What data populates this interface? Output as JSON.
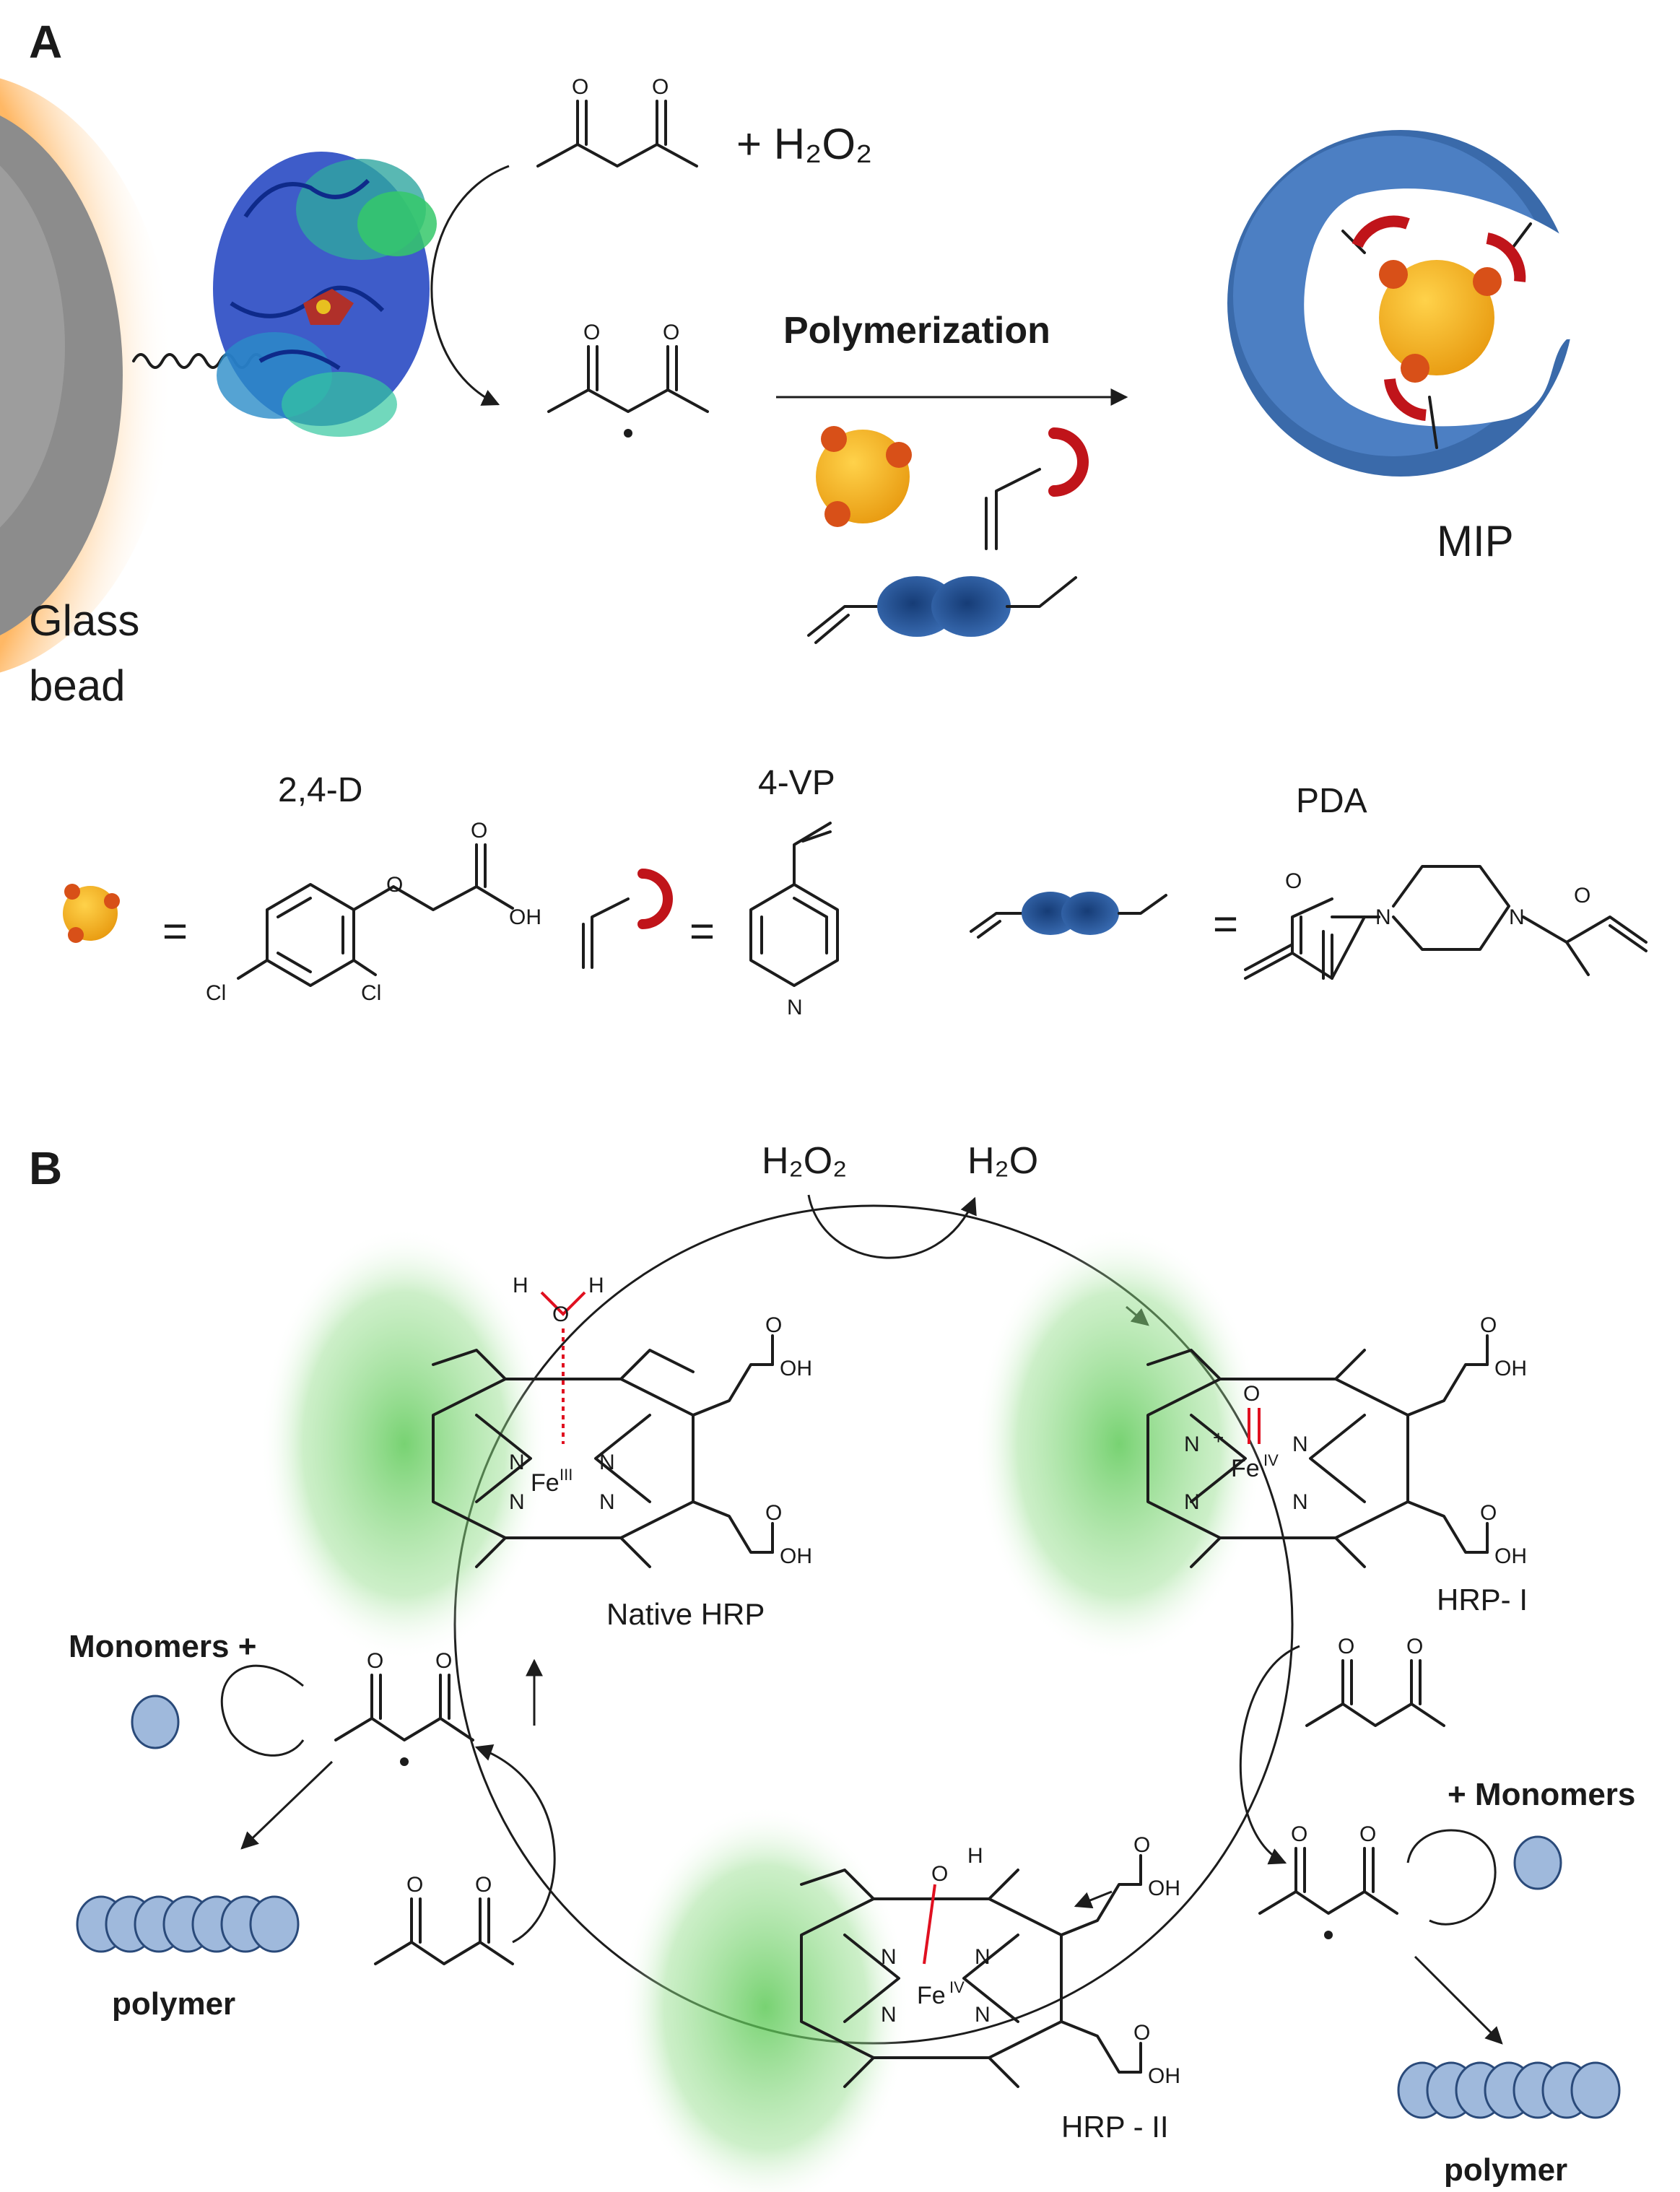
{
  "panel_a": {
    "letter": "A",
    "glass_bead_line1": "Glass",
    "glass_bead_line2": "bead",
    "h2o2": "+ H₂O₂",
    "polymerization": "Polymerization",
    "mip": "MIP",
    "legend": {
      "template_name": "2,4-D",
      "monomer_name": "4-VP",
      "crosslinker_name": "PDA",
      "equals": "=",
      "oh": "OH",
      "o": "O",
      "cl": "Cl",
      "n": "N"
    }
  },
  "panel_b": {
    "letter": "B",
    "h2o2": "H₂O₂",
    "h2o": "H₂O",
    "native_hrp": "Native HRP",
    "hrp_i": "HRP- I",
    "hrp_ii": "HRP - II",
    "monomers_left": "Monomers +",
    "monomers_right": "+ Monomers",
    "polymer_left": "polymer",
    "polymer_right": "polymer",
    "fe_iii": "Fe",
    "ox_iii": "III",
    "ox_iv": "IV",
    "h": "H",
    "n": "N",
    "plus": "+"
  },
  "colors": {
    "bead_gray": "#8c8c8c",
    "bead_glow": "#ffb865",
    "template_orange": "#f0a818",
    "monomer_red": "#c0141a",
    "crosslinker_blue": "#2a5a9a",
    "mip_blue": "#3a6aaa",
    "protein_green": "#7fd87a",
    "fe_blue": "#2f49d9",
    "oxygen_red": "#e01020",
    "monomer_bead": "#9fb9dc"
  }
}
